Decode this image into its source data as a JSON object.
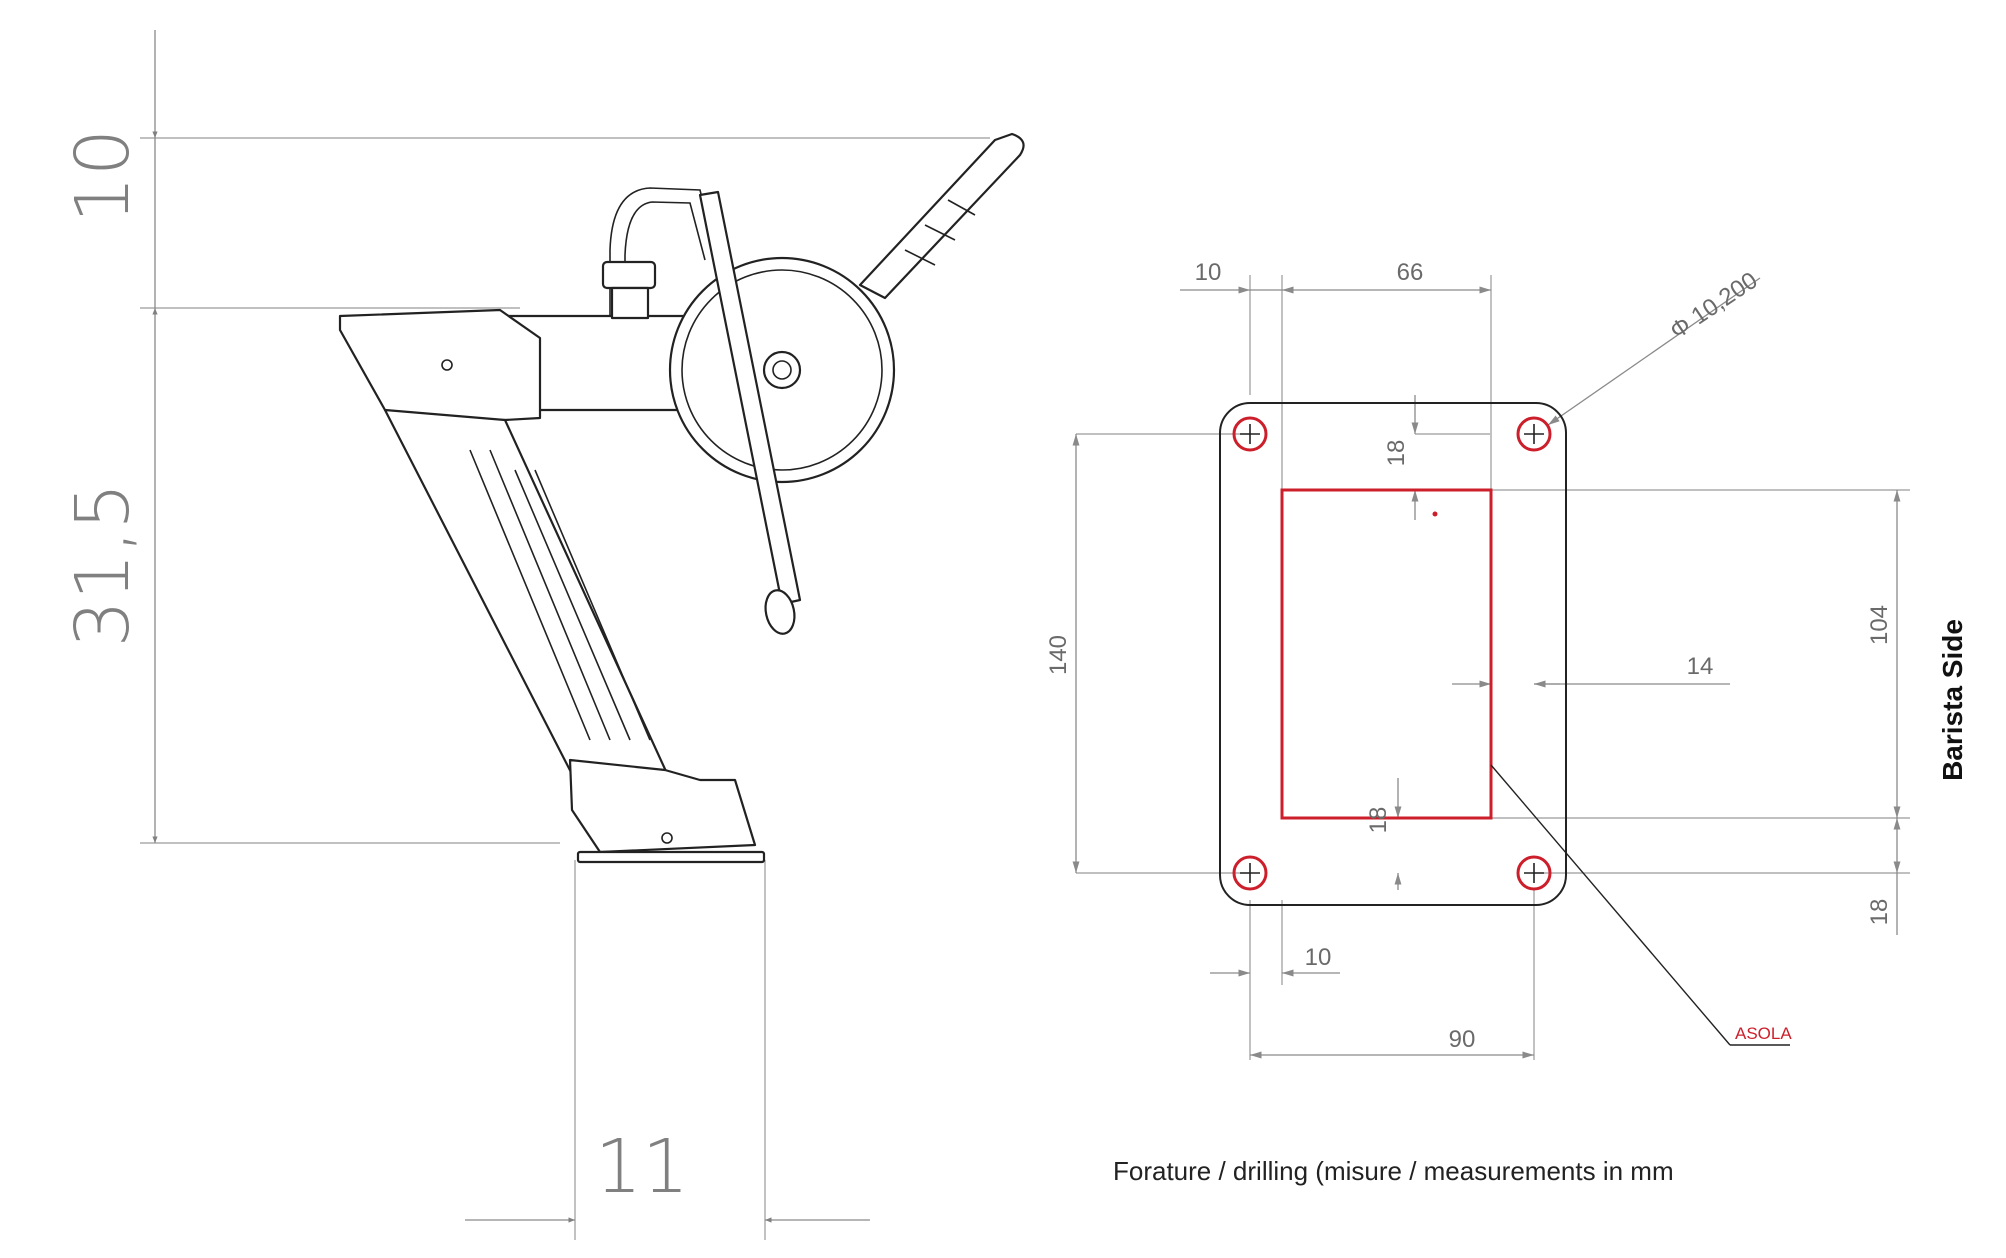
{
  "side_view": {
    "dim_top": "10",
    "dim_height": "31,5",
    "dim_base": "11"
  },
  "plate_view": {
    "dim_hole_offset_top": "10",
    "dim_slot_width": "66",
    "dim_hole_diameter": "Φ 10,200",
    "dim_slot_top": "18",
    "dim_hole_spacing_vertical": "140",
    "dim_slot_height": "104",
    "dim_slot_offset_right": "14",
    "dim_slot_bottom": "18",
    "dim_hole_offset_bottom": "18",
    "dim_hole_offset_left": "10",
    "dim_hole_spacing_horizontal": "90",
    "slot_label": "ASOLA",
    "side_label": "Barista Side",
    "caption": "Forature / drilling (misure / measurements in mm"
  },
  "colors": {
    "slot_outline": "#cc1f2b",
    "dimension_lines": "#8a8a8a"
  }
}
